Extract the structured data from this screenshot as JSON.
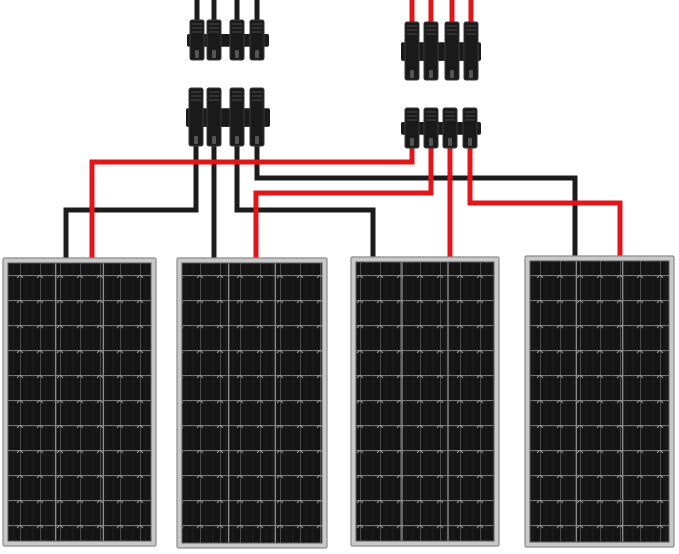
{
  "scene": {
    "subject": "four-solar-panels-parallel-wiring",
    "colors": {
      "background": "#ffffff",
      "panel_frame": "#c9c9c9",
      "panel_border_inner": "#8a8a8a",
      "cell_dark": "#141414",
      "cell_line": "#6b6b6b",
      "wire_positive": "#e0161b",
      "wire_negative": "#1c1c1c",
      "connector_body": "#1a1a1a"
    },
    "panels": [
      {
        "name": "solar-panel-1"
      },
      {
        "name": "solar-panel-2"
      },
      {
        "name": "solar-panel-3"
      },
      {
        "name": "solar-panel-4"
      }
    ],
    "connectors": [
      {
        "name": "negative-branch-connector-top",
        "polarity": "negative"
      },
      {
        "name": "negative-branch-connector-bottom",
        "polarity": "negative"
      },
      {
        "name": "positive-branch-connector-top",
        "polarity": "positive"
      },
      {
        "name": "positive-branch-connector-bottom",
        "polarity": "positive"
      }
    ]
  }
}
